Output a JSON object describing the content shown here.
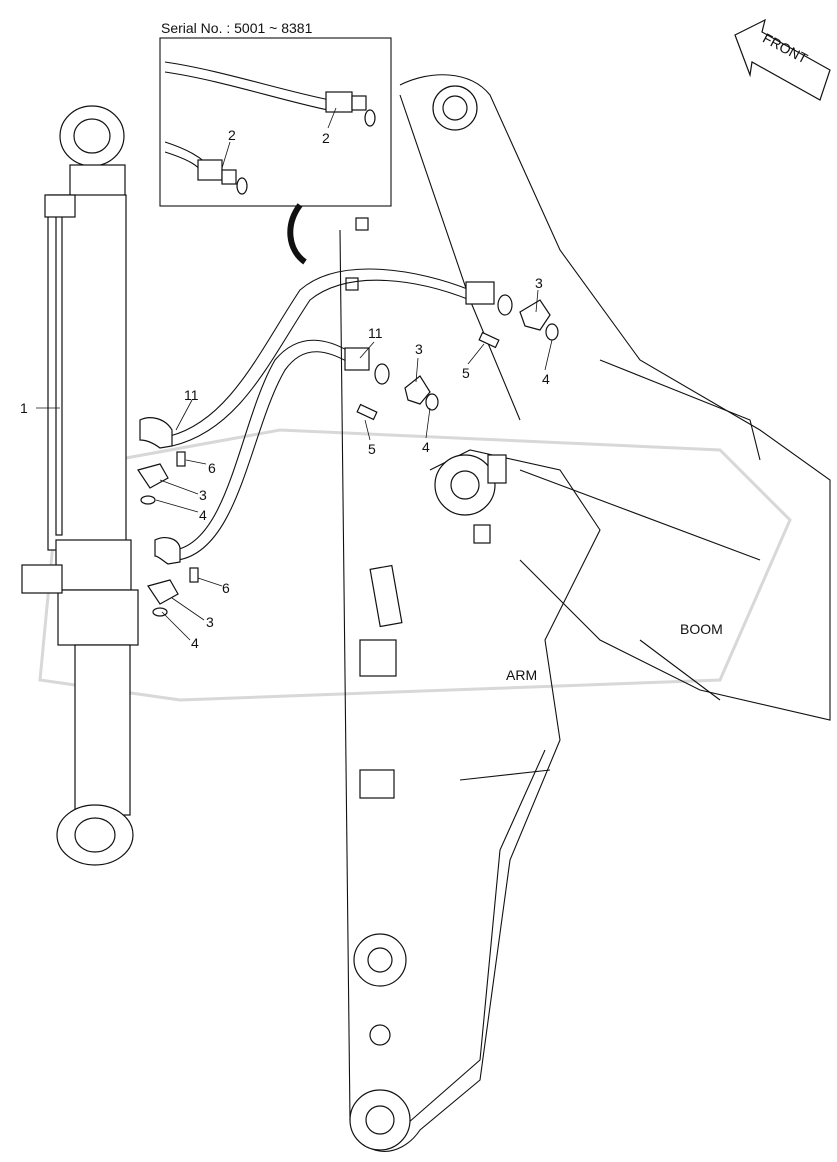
{
  "inset": {
    "serial_label": "Serial No. : 5001 ~ 8381"
  },
  "direction": {
    "label": "FRONT",
    "icon": "front-arrow-icon"
  },
  "components": {
    "boom": "BOOM",
    "arm": "ARM"
  },
  "callouts": [
    {
      "id": "c1",
      "text": "1"
    },
    {
      "id": "c2a",
      "text": "2"
    },
    {
      "id": "c2b",
      "text": "2"
    },
    {
      "id": "c3a",
      "text": "3"
    },
    {
      "id": "c3b",
      "text": "3"
    },
    {
      "id": "c3c",
      "text": "3"
    },
    {
      "id": "c3d",
      "text": "3"
    },
    {
      "id": "c4a",
      "text": "4"
    },
    {
      "id": "c4b",
      "text": "4"
    },
    {
      "id": "c4c",
      "text": "4"
    },
    {
      "id": "c4d",
      "text": "4"
    },
    {
      "id": "c5a",
      "text": "5"
    },
    {
      "id": "c5b",
      "text": "5"
    },
    {
      "id": "c6a",
      "text": "6"
    },
    {
      "id": "c6b",
      "text": "6"
    },
    {
      "id": "c11a",
      "text": "11"
    },
    {
      "id": "c11b",
      "text": "11"
    }
  ]
}
